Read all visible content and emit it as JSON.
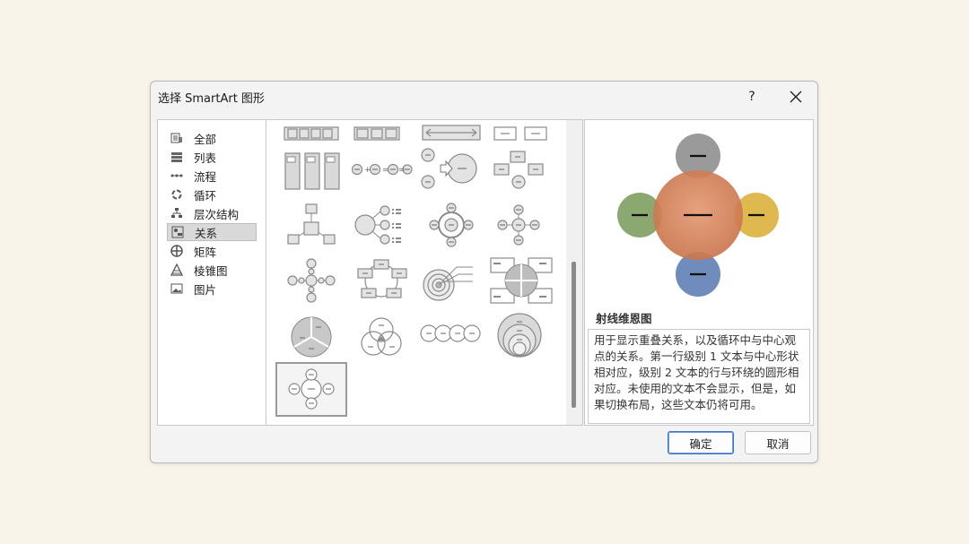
{
  "dialog": {
    "title": "选择 SmartArt 图形",
    "help_label": "?",
    "close_label": "×"
  },
  "categories": [
    {
      "label": "全部",
      "icon": "all-icon"
    },
    {
      "label": "列表",
      "icon": "list-icon"
    },
    {
      "label": "流程",
      "icon": "process-icon"
    },
    {
      "label": "循环",
      "icon": "cycle-icon"
    },
    {
      "label": "层次结构",
      "icon": "hierarchy-icon"
    },
    {
      "label": "关系",
      "icon": "relationship-icon",
      "selected": true
    },
    {
      "label": "矩阵",
      "icon": "matrix-icon"
    },
    {
      "label": "棱锥图",
      "icon": "pyramid-icon"
    },
    {
      "label": "图片",
      "icon": "picture-icon"
    }
  ],
  "preview": {
    "name": "射线维恩图",
    "description": "用于显示重叠关系，以及循环中与中心观点的关系。第一行级别 1 文本与中心形状相对应，级别 2 文本的行与环绕的圆形相对应。未使用的文本不会显示，但是，如果切换布局，这些文本仍将可用。",
    "colors": {
      "center": "#d9825a",
      "top": "#8f8f8f",
      "left": "#7f9e62",
      "right": "#dcb03c",
      "bottom": "#5f7fb5"
    }
  },
  "buttons": {
    "ok": "确定",
    "cancel": "取消"
  }
}
